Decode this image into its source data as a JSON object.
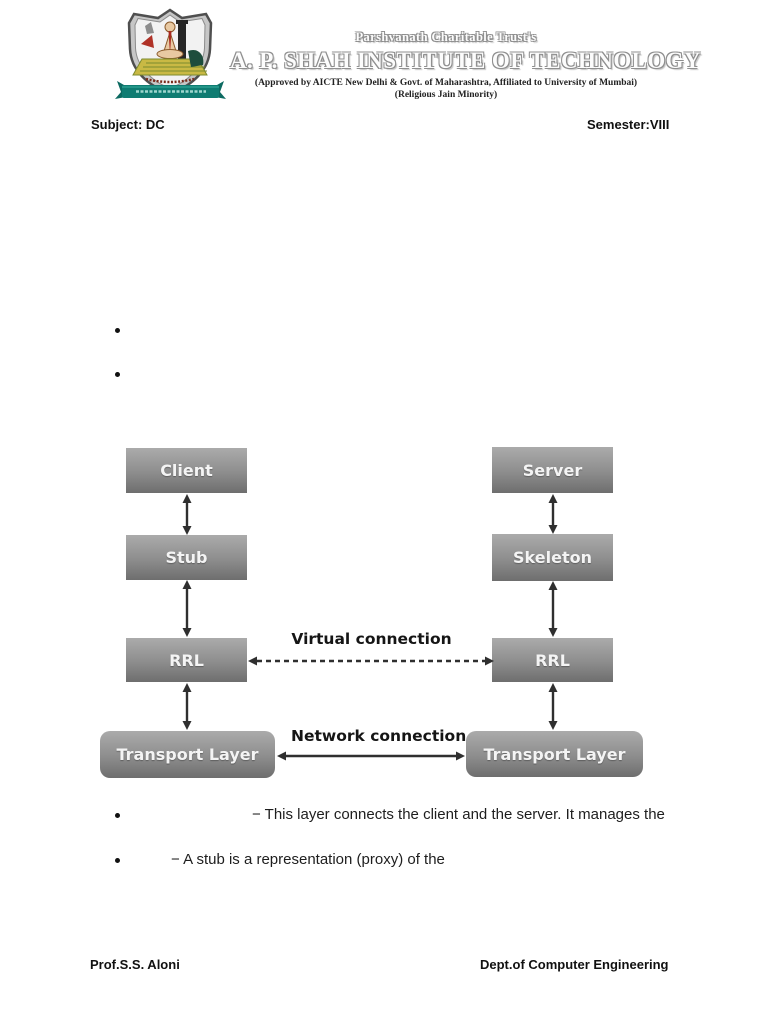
{
  "header": {
    "trust_line": "Parshvanath Charitable Trust's",
    "institute_name": "A. P. SHAH INSTITUTE OF TECHNOLOGY",
    "approval_line": "(Approved by AICTE New Delhi & Govt. of Maharashtra, Affiliated to University of Mumbai)",
    "minority_line": "(Religious Jain Minority)",
    "logo": "apsit-crest-logo"
  },
  "meta": {
    "subject": "Subject: DC",
    "semester": "Semester:VIII"
  },
  "intro_bullets": [
    {
      "text": ""
    },
    {
      "text": ""
    }
  ],
  "diagram": {
    "client_stack": [
      {
        "label": "Client"
      },
      {
        "label": "Stub"
      },
      {
        "label": "RRL"
      },
      {
        "label": "Transport Layer"
      }
    ],
    "server_stack": [
      {
        "label": "Server"
      },
      {
        "label": "Skeleton"
      },
      {
        "label": "RRL"
      },
      {
        "label": "Transport Layer"
      }
    ],
    "connections": [
      {
        "label": "Virtual connection",
        "style": "dashed"
      },
      {
        "label": "Network connection",
        "style": "solid"
      }
    ]
  },
  "notes": [
    {
      "text": "− This layer connects the client and the server. It manages the"
    },
    {
      "text": "− A stub is a representation (proxy) of the"
    }
  ],
  "footer": {
    "author": "Prof.S.S. Aloni",
    "department": "Dept.of Computer Engineering"
  },
  "colors": {
    "box_top": "#ababab",
    "box_mid": "#8d8d8d",
    "box_bottom": "#6e6e6e",
    "arrow": "#2f2f2f",
    "ribbon_teal": "#0f7c72"
  }
}
